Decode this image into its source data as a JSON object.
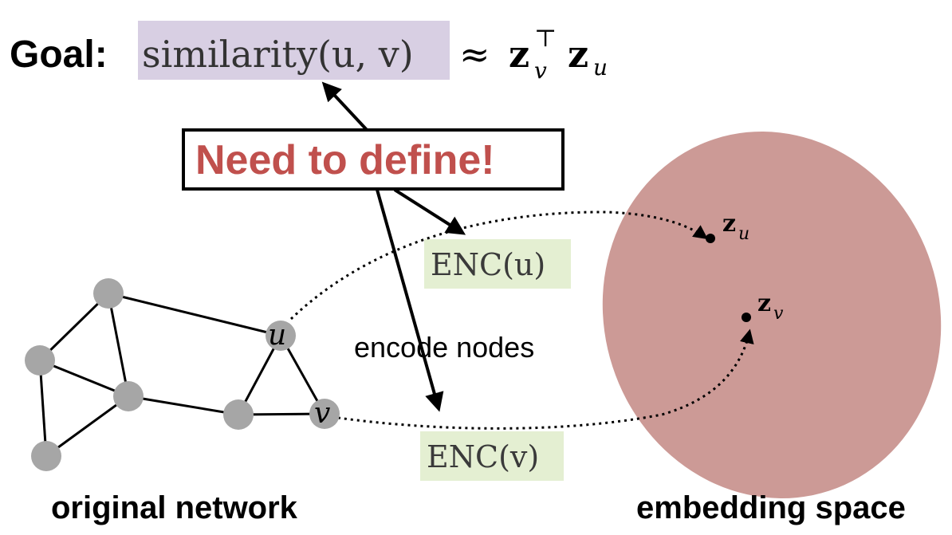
{
  "goal": {
    "label": "Goal:",
    "similarity": "similarity(u, v)",
    "approx": "≈",
    "z": "z",
    "sub_v": "v",
    "transpose": "⊤",
    "sub_u": "u"
  },
  "callout": {
    "text": "Need to define!"
  },
  "encoders": {
    "enc_u": "ENC(u)",
    "enc_v": "ENC(v)"
  },
  "encode_label": "encode nodes",
  "graph": {
    "node_u": "u",
    "node_v": "v"
  },
  "embedding": {
    "z": "z",
    "sub_u": "u",
    "sub_v": "v"
  },
  "captions": {
    "left": "original network",
    "right": "embedding space"
  },
  "colors": {
    "similarity_bg": "#d8cfe3",
    "enc_bg": "#e4efd2",
    "callout_text": "#c0504d",
    "ellipse": "#cc9a96",
    "node": "#a6a6a6"
  }
}
